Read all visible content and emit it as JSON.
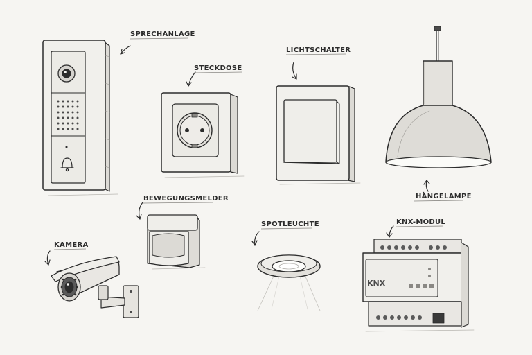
{
  "labels": {
    "intercom": "SPRECHANLAGE",
    "socket": "STECKDOSE",
    "light_switch": "LICHTSCHALTER",
    "pendant_lamp": "HÄNGELAMPE",
    "motion_sensor": "BEWEGUNGSMELDER",
    "spotlight": "SPOTLEUCHTE",
    "knx_module": "KNX-MODUL",
    "camera": "KAMERA"
  },
  "knx_module": {
    "brand": "KNX"
  },
  "colors": {
    "ink": "#2c2c2c",
    "paper": "#f6f5f2"
  },
  "icons": {
    "intercom_button": "bell-icon"
  }
}
